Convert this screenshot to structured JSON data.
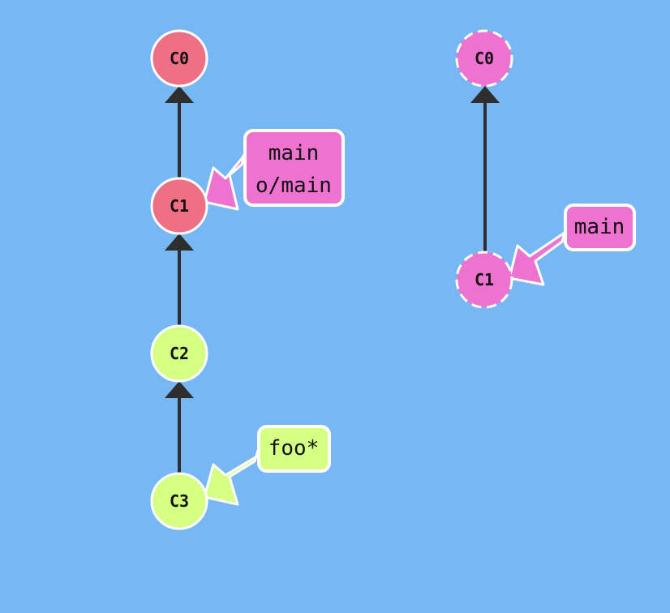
{
  "colors": {
    "background": "#76b7f4",
    "local_remote_commit": "#ef7084",
    "local_new_commit": "#d5ff82",
    "origin_commit": "#ee72d0",
    "tag_main": "#ee72d0",
    "tag_foo": "#d5ff82",
    "edge": "#2e2e2e",
    "stroke": "#ffffff"
  },
  "local_repo": {
    "commits": [
      {
        "id": "C0",
        "label": "C0",
        "color_key": "local_remote_commit"
      },
      {
        "id": "C1",
        "label": "C1",
        "color_key": "local_remote_commit"
      },
      {
        "id": "C2",
        "label": "C2",
        "color_key": "local_new_commit"
      },
      {
        "id": "C3",
        "label": "C3",
        "color_key": "local_new_commit"
      }
    ],
    "branches": [
      {
        "lines": [
          "main",
          "o/main"
        ],
        "target": "C1",
        "color_key": "tag_main"
      },
      {
        "lines": [
          "foo*"
        ],
        "target": "C3",
        "color_key": "tag_foo"
      }
    ]
  },
  "remote_repo": {
    "commits": [
      {
        "id": "C0",
        "label": "C0",
        "color_key": "origin_commit",
        "dashed": true
      },
      {
        "id": "C1",
        "label": "C1",
        "color_key": "origin_commit",
        "dashed": true
      }
    ],
    "branches": [
      {
        "lines": [
          "main"
        ],
        "target": "C1",
        "color_key": "tag_main"
      }
    ]
  }
}
